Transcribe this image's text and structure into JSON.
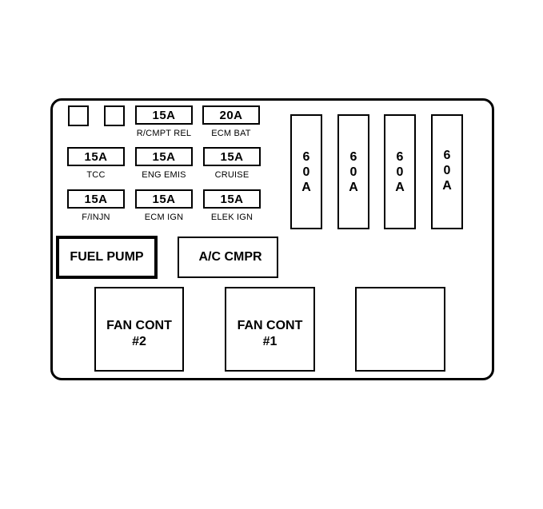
{
  "fuses": [
    {
      "rating": "15A",
      "label": "R/CMPT REL"
    },
    {
      "rating": "20A",
      "label": "ECM BAT"
    },
    {
      "rating": "15A",
      "label": "TCC"
    },
    {
      "rating": "15A",
      "label": "ENG EMIS"
    },
    {
      "rating": "15A",
      "label": "CRUISE"
    },
    {
      "rating": "15A",
      "label": "F/INJN"
    },
    {
      "rating": "15A",
      "label": "ECM IGN"
    },
    {
      "rating": "15A",
      "label": "ELEK IGN"
    }
  ],
  "maxi_fuses": [
    {
      "rating": "6\n0\nA"
    },
    {
      "rating": "6\n0\nA"
    },
    {
      "rating": "6\n0\nA"
    },
    {
      "rating": "6\n0\nA"
    }
  ],
  "relays": {
    "fuel_pump": "FUEL PUMP",
    "ac_cmpr": "A/C CMPR",
    "fan_cont_2": "FAN CONT\n#2",
    "fan_cont_1": "FAN CONT\n#1",
    "blank": ""
  }
}
